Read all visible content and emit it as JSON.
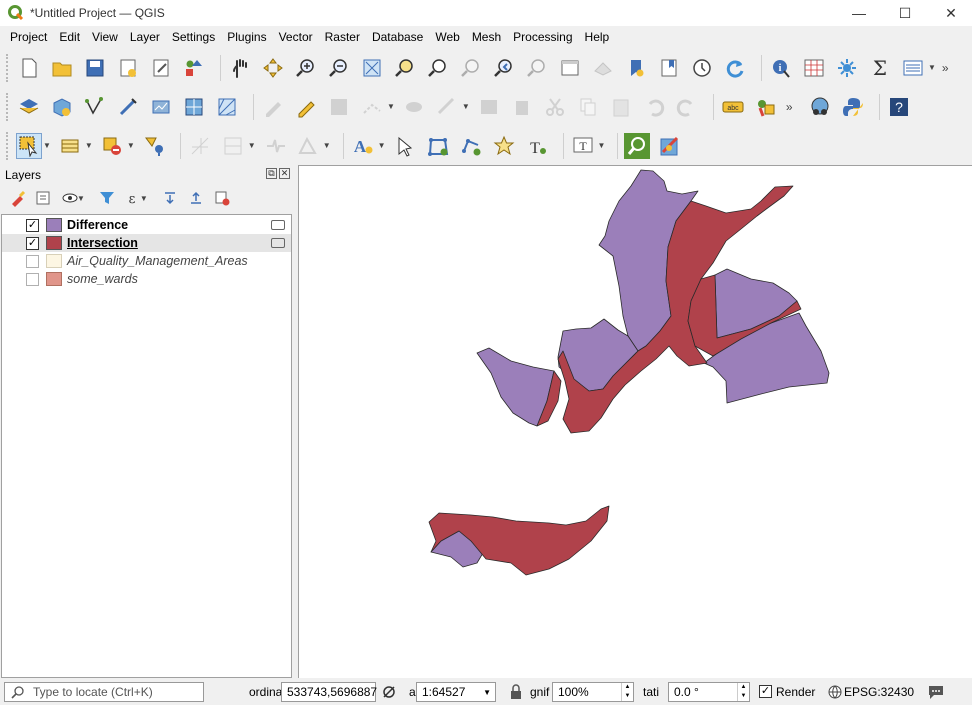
{
  "window": {
    "title": "*Untitled Project — QGIS",
    "min": "—",
    "max": "☐",
    "close": "✕"
  },
  "menu": [
    "Project",
    "Edit",
    "View",
    "Layer",
    "Settings",
    "Plugins",
    "Vector",
    "Raster",
    "Database",
    "Web",
    "Mesh",
    "Processing",
    "Help"
  ],
  "layers_panel": {
    "title": "Layers",
    "layers": [
      {
        "name": "Difference",
        "checked": true,
        "color": "#9b7fba",
        "style": "bold"
      },
      {
        "name": "Intersection",
        "checked": true,
        "color": "#b0424b",
        "style": "bold-underline"
      },
      {
        "name": "Air_Quality_Management_Areas",
        "checked": false,
        "color": "#fdf6e3",
        "style": "italic"
      },
      {
        "name": "some_wards",
        "checked": false,
        "color": "#e0958a",
        "style": "italic"
      }
    ]
  },
  "colors": {
    "difference": "#9b7fba",
    "intersection": "#b0424b"
  },
  "status": {
    "locator_placeholder": "Type to locate (Ctrl+K)",
    "coord_label": "ordina",
    "coordinate": "533743,5696887",
    "scale_label": "a",
    "scale": "1:64527",
    "magnifier_label": "gnif",
    "magnifier": "100%",
    "rotation_label": "tati",
    "rotation": "0.0 °",
    "render_label": "Render",
    "crs": "EPSG:32430"
  }
}
